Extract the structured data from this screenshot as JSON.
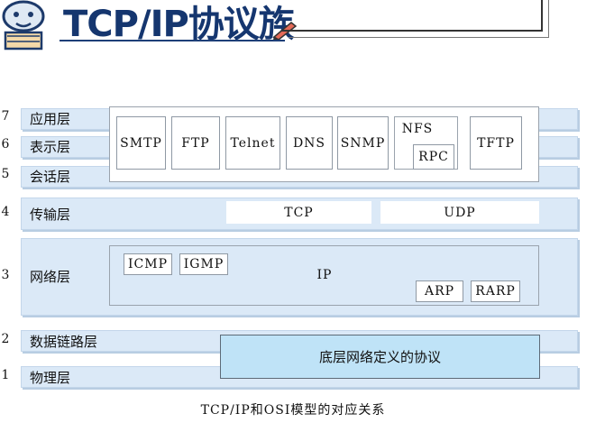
{
  "title": "TCP/IP协议族",
  "layers": [
    {
      "num": "7",
      "name": "应用层"
    },
    {
      "num": "6",
      "name": "表示层"
    },
    {
      "num": "5",
      "name": "会话层"
    },
    {
      "num": "4",
      "name": "传输层"
    },
    {
      "num": "3",
      "name": "网络层"
    },
    {
      "num": "2",
      "name": "数据链路层"
    },
    {
      "num": "1",
      "name": "物理层"
    }
  ],
  "application_protocols": [
    "SMTP",
    "FTP",
    "Telnet",
    "DNS",
    "SNMP",
    "NFS",
    "RPC",
    "TFTP"
  ],
  "transport_protocols": [
    "TCP",
    "UDP"
  ],
  "network_protocols": {
    "icmp": "ICMP",
    "igmp": "IGMP",
    "ip": "IP",
    "arp": "ARP",
    "rarp": "RARP"
  },
  "subnet_label": "底层网络定义的协议",
  "caption": "TCP/IP和OSI模型的对应关系"
}
